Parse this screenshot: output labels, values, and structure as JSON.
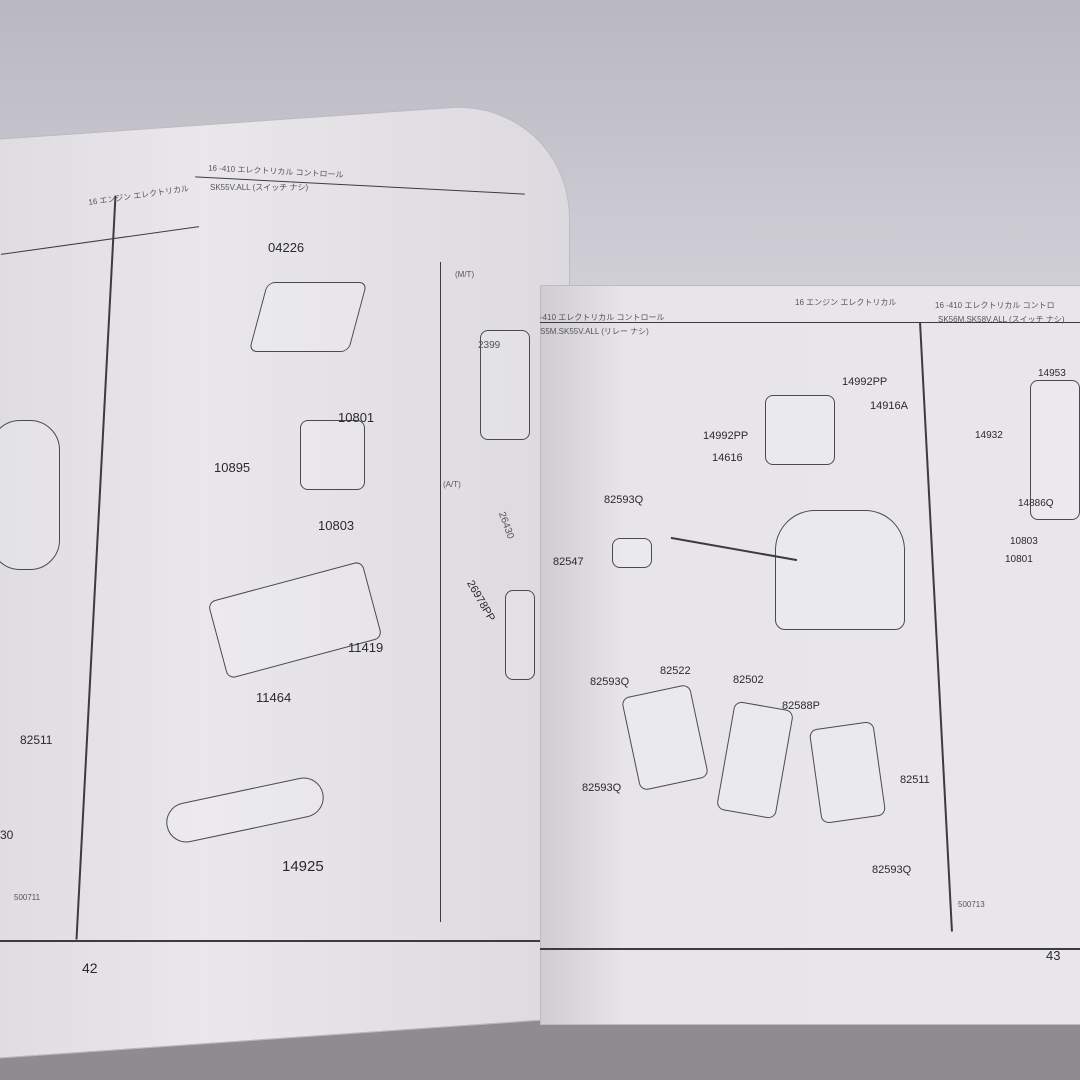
{
  "left_page": {
    "section_small": "16 エンジン エレクトリカル",
    "section": "16 -410 エレクトリカル コントロール",
    "model": "SK55V.ALL (スイッチ ナシ)",
    "parts": [
      "04226",
      "10801",
      "10895",
      "10803",
      "11419",
      "11464",
      "14925"
    ],
    "labels": {
      "mt": "(M/T)",
      "at": "(A/T)",
      "p1": "2399",
      "p2": "26430",
      "p3": "26978PP",
      "p4": "82511",
      "p5": "30"
    },
    "figure_code": "500711",
    "page_number": "42"
  },
  "right_page": {
    "section_small": "16 エンジン エレクトリカル",
    "section": "-410 エレクトリカル コントロール",
    "model": "S5M.SK55V.ALL (リレー ナシ)",
    "section2": "16 -410 エレクトリカル コントロ",
    "model2": "SK56M,SK58V.ALL (スイッチ ナシ)",
    "parts": [
      "14992PP",
      "14916A",
      "14992PP",
      "14616",
      "82593Q",
      "82547",
      "82593Q",
      "82522",
      "82502",
      "82588P",
      "82593Q",
      "82511",
      "82593Q"
    ],
    "parts2": [
      "14953",
      "14932",
      "14886Q",
      "10803",
      "10801"
    ],
    "figure_code": "500713",
    "page_number": "43"
  }
}
